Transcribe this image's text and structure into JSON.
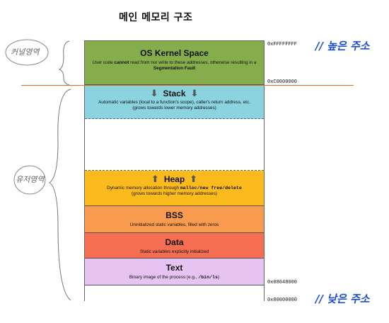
{
  "title": "메인 메모리 구조",
  "segments": {
    "kernel": {
      "name": "OS Kernel Space",
      "desc_pre": "User code ",
      "desc_bold1": "cannot",
      "desc_mid": " read from nor write to these addresses, otherwise resulting in a ",
      "desc_bold2": "Segmentation Fault"
    },
    "stack": {
      "name": "Stack",
      "desc1": "Automatic variables (local to a function's scope), caller's return address, etc.",
      "desc2": "(grows towards lower memory addresses)"
    },
    "heap": {
      "name": "Heap",
      "desc_pre": "Dynamic memory allocation through ",
      "desc_code": "malloc/new free/delete",
      "desc2": "(grows towards higher memory addresses)"
    },
    "bss": {
      "name": "BSS",
      "desc": "Uninitialized static variables, filled with zeros"
    },
    "data": {
      "name": "Data",
      "desc": "Static variables explicitly initialized"
    },
    "text": {
      "name": "Text",
      "desc_pre": "Binary image of the process (e.g., ",
      "desc_code": "/bin/ls",
      "desc_post": ")"
    }
  },
  "addresses": {
    "top": "0xFFFFFFFF",
    "kernel_boundary": "0xC0000000",
    "text_start": "0x08048000",
    "bottom": "0x00000000"
  },
  "annotations": {
    "high_addr": "// 높은 주소",
    "low_addr": "// 낮은 주소",
    "kernel_area": "커널영역",
    "user_area": "유저영역"
  },
  "colors": {
    "kernel": "#86ad4b",
    "stack": "#8ad3df",
    "heap": "#fbbb1d",
    "bss": "#f99b4f",
    "data": "#f56e52",
    "text": "#e6c3f0",
    "boundary_line": "#e0701f",
    "handwriting": "#1e4fd1"
  },
  "icons": {
    "stack_arrows": "arrow-down-icon",
    "heap_arrows": "arrow-up-icon"
  }
}
